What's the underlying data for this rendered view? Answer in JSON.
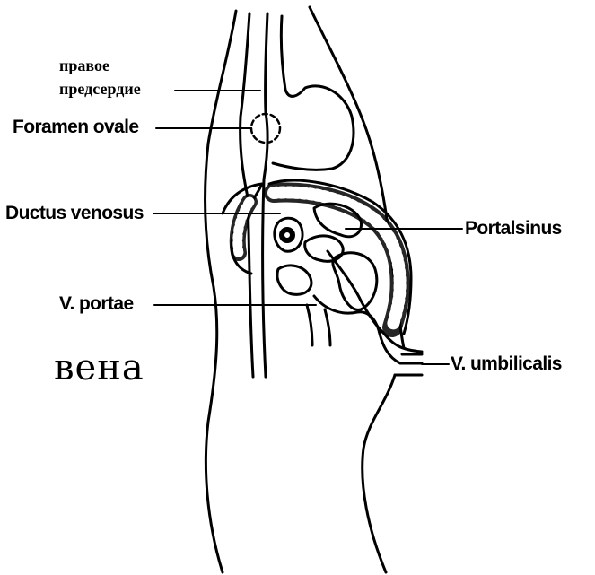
{
  "labels": {
    "right_atrium_line1": "правое",
    "right_atrium_line2": "предсердие",
    "foramen_ovale": "Foramen ovale",
    "ductus_venosus": "Ductus venosus",
    "portalsinus": "Portalsinus",
    "v_portae": "V. portae",
    "v_umbilicalis": "V. umbilicalis",
    "vena": "вена"
  },
  "colors": {
    "ink": "#000000",
    "background": "#ffffff"
  }
}
